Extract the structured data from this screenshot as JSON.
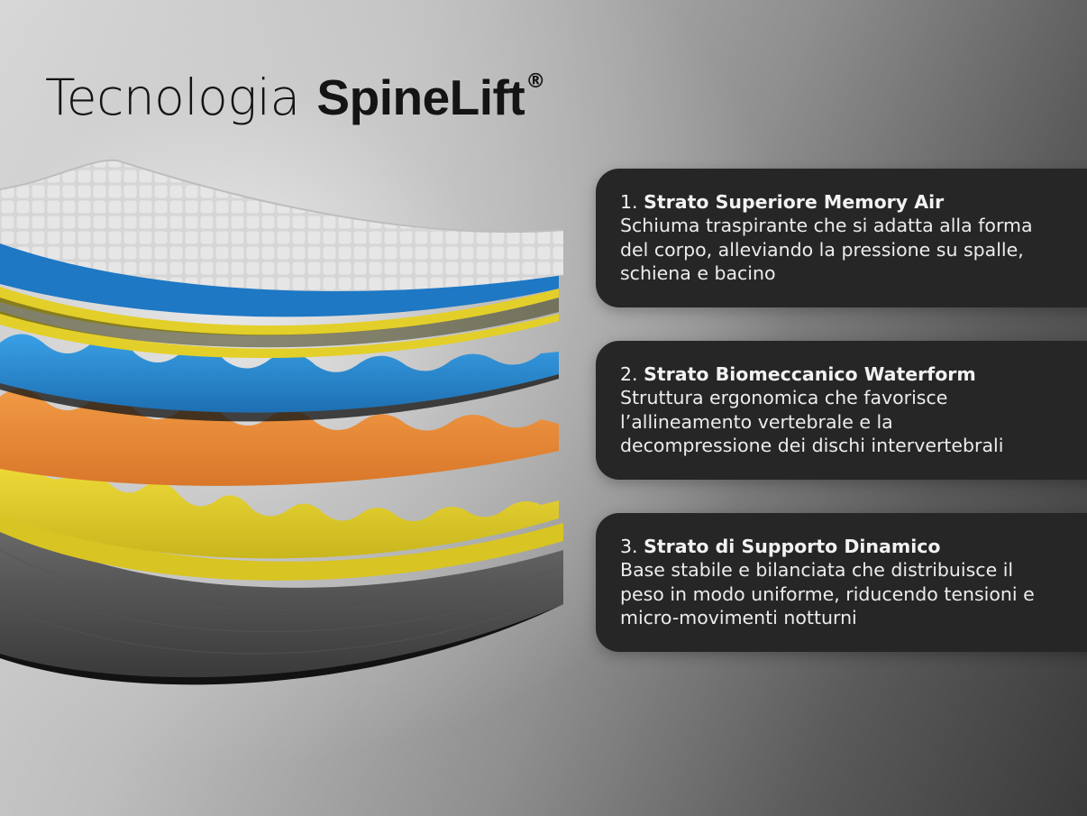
{
  "title": {
    "prefix": "Tecnologia",
    "brand": "SpineLift",
    "registered": "®"
  },
  "mattress": {
    "icon": "mattress-layers-illustration",
    "colors": {
      "top": "#d8d8d8",
      "blue": "#2f8fd6",
      "yellow": "#e3cf2a",
      "orange": "#e98a33",
      "base": "#4a4a4a",
      "bottom": "#121212"
    }
  },
  "cards": [
    {
      "number": "1.",
      "title": "Strato Superiore Memory Air",
      "lines": [
        "Schiuma traspirante che si adatta alla forma",
        "del corpo, alleviando la pressione su spalle,",
        "schiena e bacino"
      ]
    },
    {
      "number": "2.",
      "title": "Strato Biomeccanico Waterform",
      "lines": [
        "Struttura ergonomica che favorisce",
        "l’allineamento vertebrale e la",
        "decompressione dei dischi intervertebrali"
      ]
    },
    {
      "number": "3.",
      "title": "Strato di Supporto Dinamico",
      "lines": [
        "Base stabile e bilanciata che distribuisce il",
        "peso in modo uniforme, riducendo tensioni e",
        "micro-movimenti notturni"
      ]
    }
  ]
}
